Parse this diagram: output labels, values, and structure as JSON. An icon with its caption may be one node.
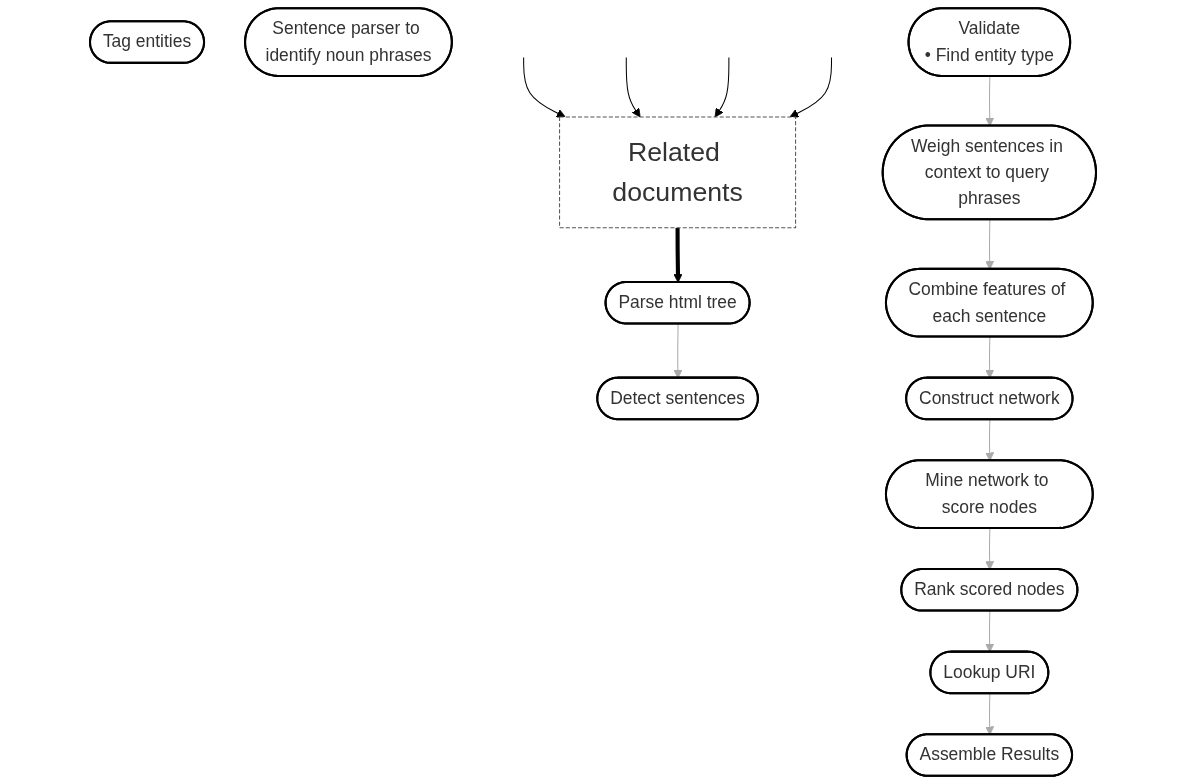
{
  "diagram": {
    "nodes": [
      {
        "text": [
          "Related documents"
        ]
      },
      {
        "text": [
          "Parse html tree"
        ]
      },
      {
        "text": [
          "Detect sentences"
        ]
      },
      {
        "text": [
          "Tag entities"
        ]
      },
      {
        "text": [
          "Sentence parser to identify noun phrases"
        ]
      },
      {
        "text": [
          "Validate",
          "• Find entity type"
        ]
      },
      {
        "text": [
          "Weigh sentences in context to query phrases"
        ]
      },
      {
        "text": [
          "Combine features of each sentence"
        ]
      },
      {
        "text": [
          "Construct network"
        ]
      },
      {
        "text": [
          "Mine network to score nodes"
        ]
      },
      {
        "text": [
          "Rank scored nodes"
        ]
      },
      {
        "text": [
          "Lookup URI"
        ]
      },
      {
        "text": [
          "Assemble Results"
        ]
      }
    ],
    "edges": [
      {
        "from": null,
        "to": 0,
        "arrow": "to",
        "color": "#000000"
      },
      {
        "from": null,
        "to": 0,
        "arrow": "to",
        "color": "#000000"
      },
      {
        "from": null,
        "to": 0,
        "arrow": "to",
        "color": "#000000"
      },
      {
        "from": null,
        "to": 0,
        "arrow": "to",
        "color": "#000000"
      },
      {
        "from": 0,
        "to": 1,
        "arrow": "to",
        "style": "thick",
        "color": "#000000"
      },
      {
        "from": 1,
        "to": 2,
        "arrow": "to",
        "color": "#aaaaaa"
      },
      {
        "from": 5,
        "to": 6,
        "arrow": "to",
        "color": "#aaaaaa"
      },
      {
        "from": 6,
        "to": 7,
        "arrow": "to",
        "color": "#aaaaaa"
      },
      {
        "from": 7,
        "to": 8,
        "arrow": "to",
        "color": "#aaaaaa"
      },
      {
        "from": 8,
        "to": 9,
        "arrow": "to",
        "color": "#aaaaaa"
      },
      {
        "from": 9,
        "to": 10,
        "arrow": "to",
        "color": "#aaaaaa"
      },
      {
        "from": 10,
        "to": 11,
        "arrow": "to",
        "color": "#aaaaaa"
      },
      {
        "from": 11,
        "to": 12,
        "arrow": "to",
        "color": "#aaaaaa"
      }
    ]
  }
}
